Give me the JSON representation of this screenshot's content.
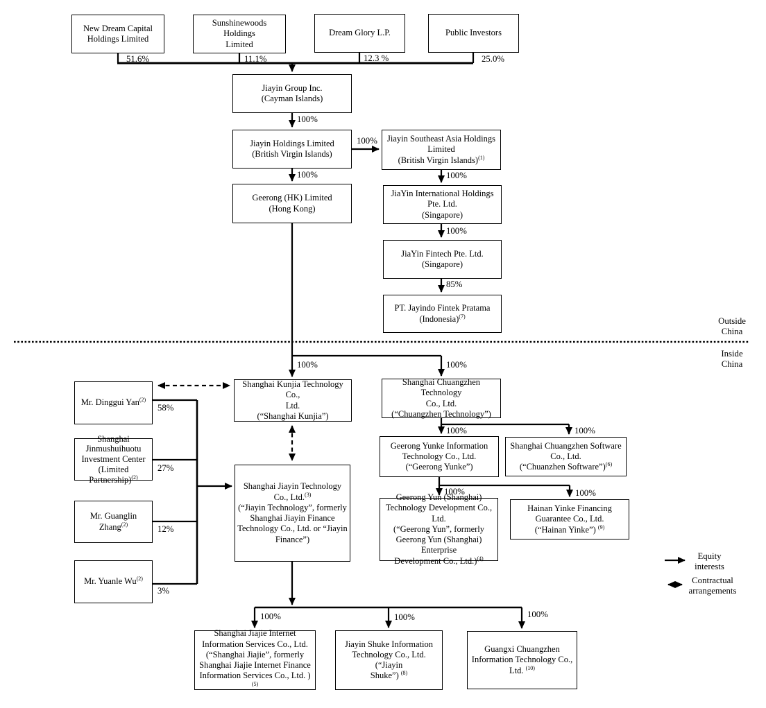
{
  "colors": {
    "line": "#000000",
    "background": "#ffffff",
    "text": "#000000"
  },
  "boxes": {
    "new_dream": {
      "lines": [
        "New Dream Capital",
        "Holdings Limited"
      ]
    },
    "sunshinewoods": {
      "lines": [
        "Sunshinewoods Holdings",
        "Limited"
      ]
    },
    "dream_glory": {
      "lines": [
        "Dream Glory L.P."
      ]
    },
    "public_investors": {
      "lines": [
        "Public Investors"
      ]
    },
    "jiayin_group": {
      "lines": [
        "Jiayin Group Inc.",
        "(Cayman Islands)"
      ]
    },
    "jiayin_holdings": {
      "lines": [
        "Jiayin Holdings Limited",
        "(British Virgin Islands)"
      ]
    },
    "jiayin_sea": {
      "lines": [
        "Jiayin Southeast Asia Holdings",
        "Limited",
        [
          "(British Virgin Islands)",
          {
            "s": "(1)"
          }
        ]
      ]
    },
    "geerong_hk": {
      "lines": [
        "Geerong (HK) Limited",
        "(Hong Kong)"
      ]
    },
    "jiayin_intl": {
      "lines": [
        "JiaYin International Holdings",
        "Pte. Ltd.",
        "(Singapore)"
      ]
    },
    "jiayin_fintech": {
      "lines": [
        "JiaYin Fintech Pte. Ltd.",
        "(Singapore)"
      ]
    },
    "pt_jayindo": {
      "lines": [
        "PT. Jayindo Fintek Pratama",
        [
          "(Indonesia)",
          {
            "s": "(7)"
          }
        ]
      ]
    },
    "kunjia": {
      "lines": [
        "Shanghai Kunjia Technology Co.,",
        "Ltd.",
        "(“Shanghai Kunjia”)"
      ]
    },
    "chuangzhen_tech": {
      "lines": [
        "Shanghai Chuangzhen Technology",
        "Co., Ltd.",
        "(“Chuangzhen Technology”)"
      ]
    },
    "geerong_yunke": {
      "lines": [
        "Geerong Yunke Information",
        "Technology Co., Ltd.",
        "(“Geerong Yunke”)"
      ]
    },
    "chuanzhen_software": {
      "lines": [
        "Shanghai Chuangzhen Software",
        "Co., Ltd.",
        [
          "(“Chuanzhen Software”)",
          {
            "s": "(6)"
          }
        ]
      ]
    },
    "geerong_yun": {
      "lines": [
        "Geerong Yun (Shanghai)",
        "Technology Development Co., Ltd.",
        "(“Geerong Yun”, formerly",
        "Geerong Yun (Shanghai) Enterprise",
        [
          "Development Co., Ltd.)",
          {
            "s": "(4)"
          }
        ]
      ]
    },
    "hainan_yinke": {
      "lines": [
        "Hainan Yinke Financing",
        "Guarantee Co., Ltd.",
        [
          "(“Hainan Yinke”) ",
          {
            "s": "(9)"
          }
        ]
      ]
    },
    "dinggui": {
      "lines": [
        [
          "Mr. Dinggui Yan",
          {
            "s": "(2)"
          }
        ]
      ]
    },
    "jinmu": {
      "lines": [
        "Shanghai",
        "Jinmushuihuotu",
        "Investment Center",
        [
          "(Limited Partnership)",
          {
            "s": "(2)"
          }
        ]
      ]
    },
    "guanglin": {
      "lines": [
        [
          "Mr. Guanglin Zhang",
          {
            "s": "(2)"
          }
        ]
      ]
    },
    "yuanle": {
      "lines": [
        [
          "Mr. Yuanle Wu",
          {
            "s": "(2)"
          }
        ]
      ]
    },
    "jiayin_tech": {
      "lines": [
        "Shanghai Jiayin Technology",
        [
          "Co., Ltd.",
          {
            "s": "(3)"
          }
        ],
        "(“Jiayin Technology”, formerly",
        "Shanghai Jiayin Finance",
        "Technology Co., Ltd. or “Jiayin",
        "Finance”)"
      ]
    },
    "jiajie": {
      "lines": [
        "Shanghai Jiajie Internet",
        "Information Services Co., Ltd.",
        "(“Shanghai Jiajie”, formerly",
        "Shanghai Jiajie Internet Finance",
        [
          "Information Services Co., Ltd. )",
          {
            "s": "(5)"
          }
        ]
      ]
    },
    "shuke": {
      "lines": [
        "Jiayin Shuke Information",
        "Technology Co., Ltd. (“Jiayin",
        [
          "Shuke”) ",
          {
            "s": "(8)"
          }
        ]
      ]
    },
    "guangxi": {
      "lines": [
        "Guangxi Chuangzhen",
        "Information Technology Co.,",
        [
          "Ltd. ",
          {
            "s": "(10)"
          }
        ]
      ]
    }
  },
  "percent_labels": {
    "new_dream": "51.6%",
    "sunshinewoods": "11.1%",
    "dream_glory": "12.3 %",
    "public_investors": "25.0%",
    "group_to_holdings": "100%",
    "holdings_to_sea": "100%",
    "holdings_to_geerong_hk": "100%",
    "sea_to_intl": "100%",
    "intl_to_fintech": "100%",
    "fintech_to_jayindo": "85%",
    "geerong_hk_to_kunjia": "100%",
    "geerong_hk_to_chuangzhen": "100%",
    "chuangzhen_to_yunke": "100%",
    "chuangzhen_to_software": "100%",
    "yunke_to_yun": "100%",
    "yunke_to_hainan": "100%",
    "dinggui": "58%",
    "jinmu": "27%",
    "guanglin": "12%",
    "yuanle": "3%",
    "tech_to_jiajie": "100%",
    "tech_to_shuke": "100%",
    "tech_to_guangxi": "100%"
  },
  "region_labels": {
    "outside": [
      "Outside",
      "China"
    ],
    "inside": [
      "Inside",
      "China"
    ]
  },
  "legend": {
    "equity": [
      "Equity",
      "interests"
    ],
    "contractual": [
      "Contractual",
      "arrangements"
    ]
  }
}
